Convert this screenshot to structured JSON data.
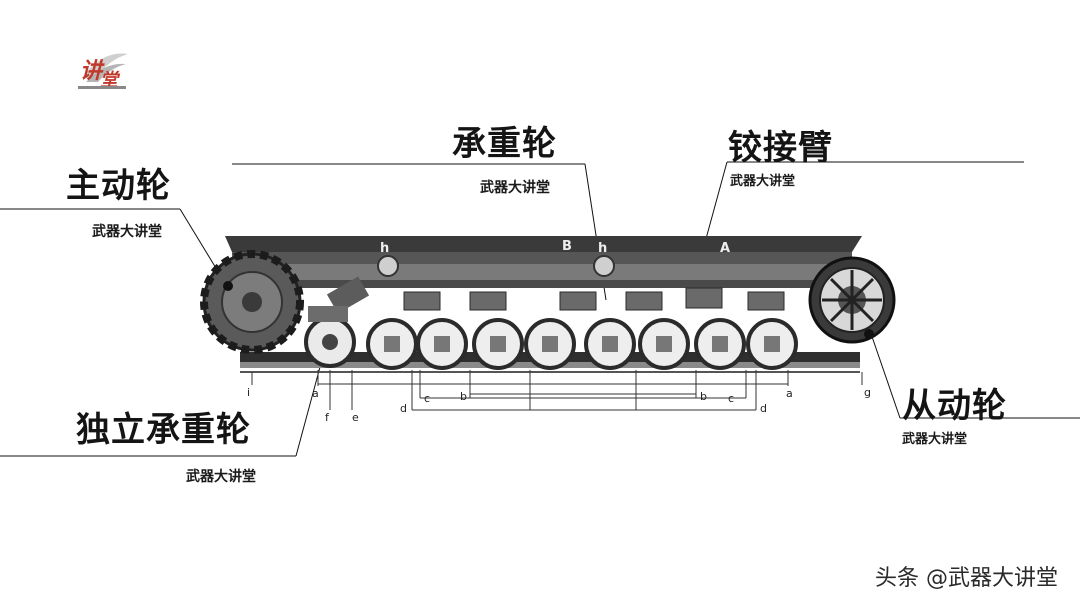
{
  "labels": {
    "drive_wheel": "主动轮",
    "road_wheel": "承重轮",
    "hinge_arm": "铰接臂",
    "independent_road_wheel": "独立承重轮",
    "idler_wheel": "从动轮"
  },
  "channel_tags": {
    "drive_wheel": "武器大讲堂",
    "road_wheel": "武器大讲堂",
    "hinge_arm": "武器大讲堂",
    "independent_road_wheel": "武器大讲堂",
    "idler_wheel": "武器大讲堂"
  },
  "diagram_letters": {
    "h1": "h",
    "B": "B",
    "h2": "h",
    "A": "A",
    "i": "i",
    "a1": "a",
    "f": "f",
    "e": "e",
    "d1": "d",
    "c1": "c",
    "b1": "b",
    "b2": "b",
    "c2": "c",
    "d2": "d",
    "a2": "a",
    "g": "g"
  },
  "watermark": "头条 @武器大讲堂",
  "colors": {
    "text": "#141414",
    "line": "#111111",
    "metal_dark": "#2b2b2b",
    "metal_mid": "#6a6a6a"
  }
}
